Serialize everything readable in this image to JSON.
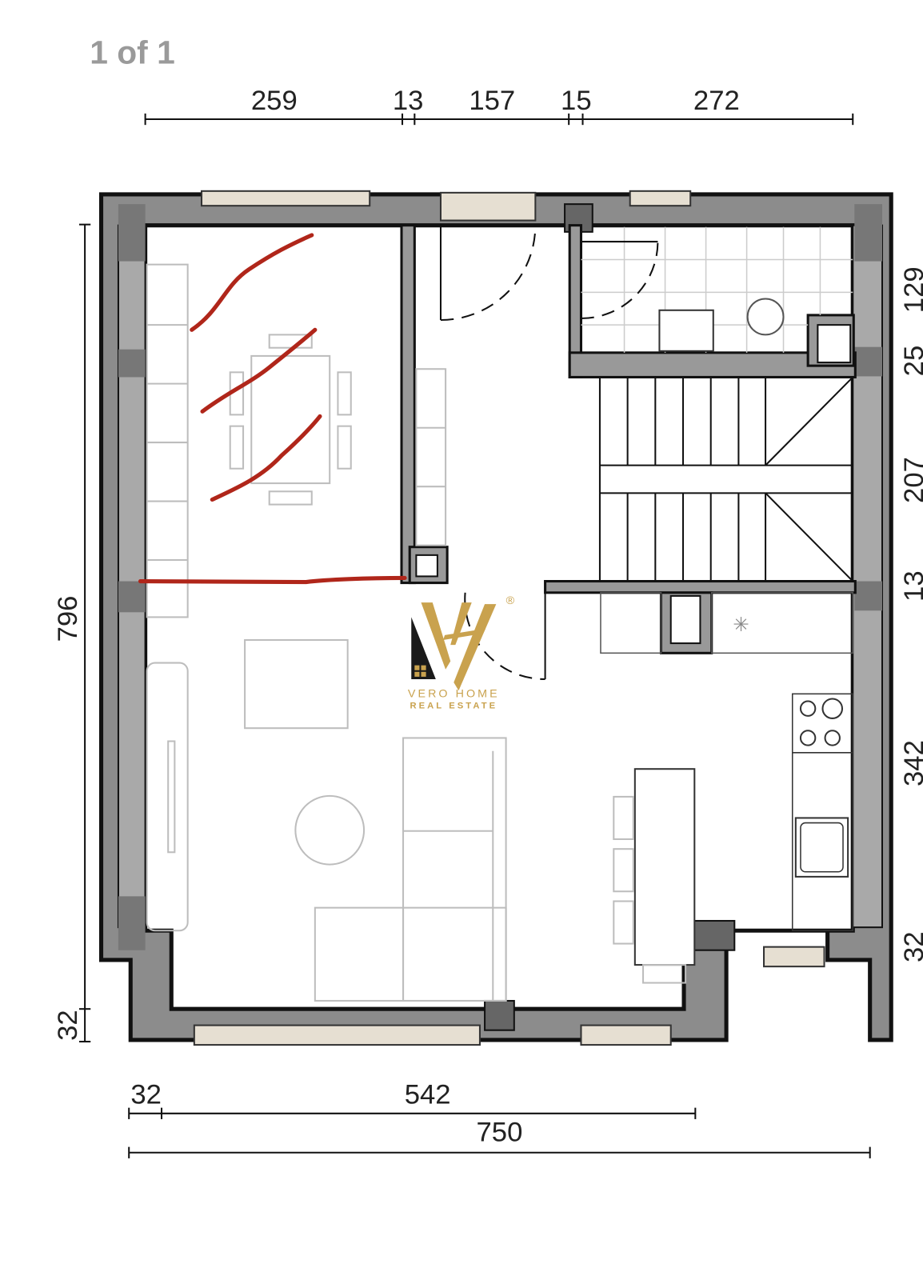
{
  "page_indicator": "1 of 1",
  "dimensions": {
    "top": [
      "259",
      "13",
      "157",
      "15",
      "272"
    ],
    "right": [
      "129",
      "25",
      "207",
      "13",
      "342",
      "32"
    ],
    "left": [
      "796",
      "32"
    ],
    "bottom": [
      "32",
      "542",
      "750"
    ]
  },
  "logo": {
    "monogram": "VH",
    "registered": "®",
    "name": "VERO HOME",
    "tagline": "REAL ESTATE"
  },
  "colors": {
    "annotation": "#b0261a",
    "brand_gold": "#c9a24e",
    "wall": "#8c8c8c"
  }
}
